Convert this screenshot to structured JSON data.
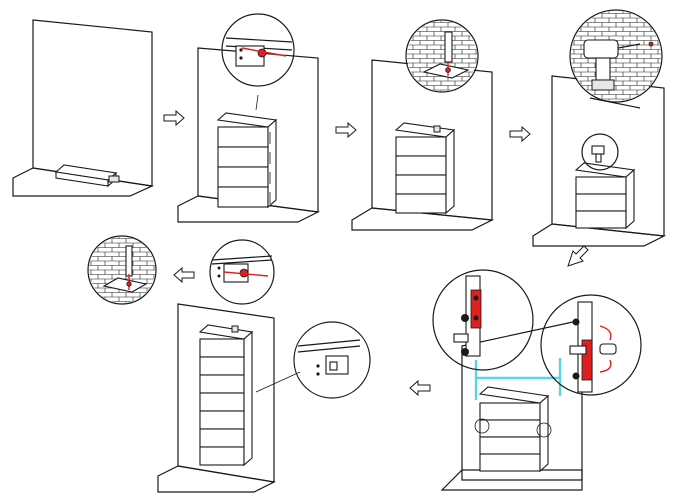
{
  "diagram": {
    "panels": [
      {
        "id": "step-1",
        "wall_cols": 10
      },
      {
        "id": "step-2",
        "battery_modules": 4
      },
      {
        "id": "step-3",
        "battery_modules": 4
      },
      {
        "id": "step-4",
        "battery_modules": 3
      },
      {
        "id": "step-5",
        "battery_modules": 4
      },
      {
        "id": "step-6",
        "battery_modules": 7
      },
      {
        "id": "step-7"
      }
    ],
    "colors": {
      "line": "#1a1a1a",
      "accent_red": "#e02020",
      "accent_cyan": "#59d6e0",
      "module_fill": "#ffffff"
    },
    "arrows": [
      "right",
      "right",
      "right",
      "down-left",
      "left",
      "left"
    ]
  }
}
